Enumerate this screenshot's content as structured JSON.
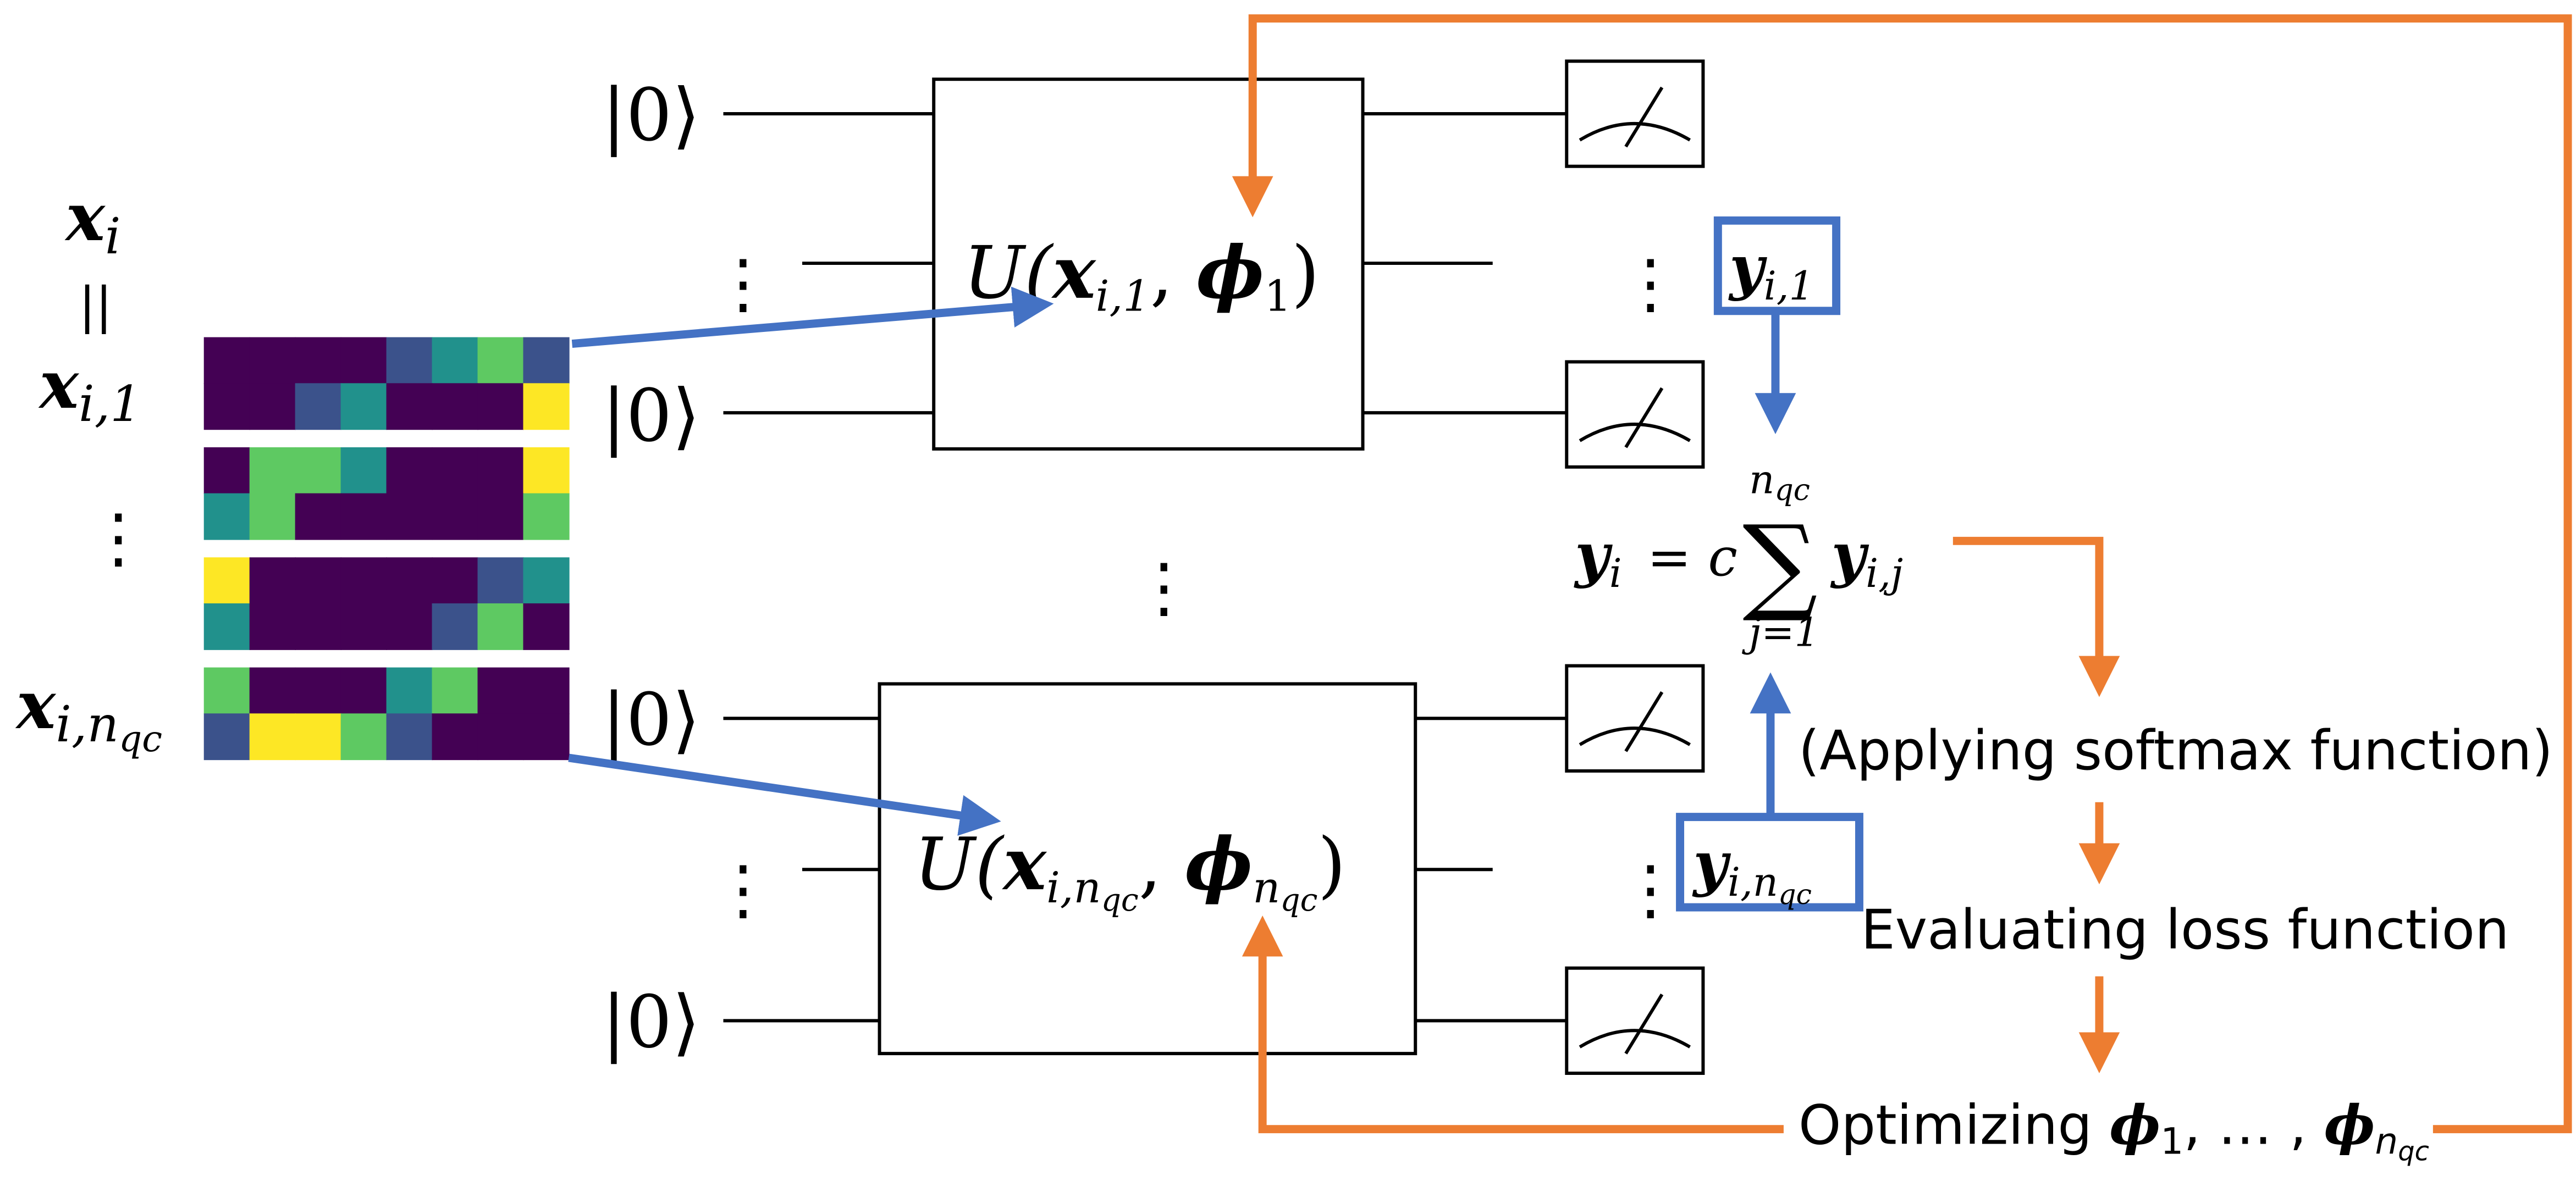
{
  "inputs": {
    "x_i": {
      "base": "x",
      "sub": "i"
    },
    "equals_glyph": "||",
    "x_i1": {
      "base": "x",
      "sub": "i,1"
    },
    "vdots_glyph": "⋮",
    "x_inqc": {
      "base": "x",
      "sub": "i,n",
      "subsub": "qc"
    }
  },
  "qubits": {
    "ket": "|0⟩",
    "vdots": "⋮"
  },
  "circuits": {
    "top": {
      "prefix": "U(",
      "x": "x",
      "xsub": "i,1",
      "comma": ", ",
      "phi": "ϕ",
      "phisub": "1",
      "suffix": ")"
    },
    "bottom": {
      "prefix": "U(",
      "x": "x",
      "xsub": "i,n",
      "xsubsub": "qc",
      "comma": ", ",
      "phi": "ϕ",
      "phisub": "n",
      "phisubsub": "qc",
      "suffix": ")"
    },
    "between_vdots": "⋮"
  },
  "outputs": {
    "y_i1": {
      "base": "y",
      "sub": "i,1"
    },
    "y_inqc": {
      "base": "y",
      "sub": "i,n",
      "subsub": "qc"
    },
    "formula": {
      "lhs": "y",
      "lhs_sub": "i",
      "eq": "= c",
      "sum": "∑",
      "upper": "n",
      "upper_sub": "qc",
      "lower": "j=1",
      "term": "y",
      "term_sub": "i,j"
    }
  },
  "pipeline": {
    "softmax": "(Applying softmax function)",
    "loss": "Evaluating loss function",
    "optimize_prefix": "Optimizing ",
    "phi": "ϕ",
    "phi1_sub": "1",
    "sep": ", … , ",
    "phin_sub": "n",
    "phin_subsub": "qc"
  },
  "heatmap_palette": [
    "#440154",
    "#3b528b",
    "#21918c",
    "#5ec962",
    "#fde725"
  ],
  "heatmap_cells": [
    [
      0,
      0,
      0,
      0,
      1,
      2,
      3,
      1
    ],
    [
      0,
      0,
      1,
      2,
      0,
      0,
      0,
      4
    ],
    [
      0,
      3,
      3,
      2,
      0,
      0,
      0,
      4
    ],
    [
      2,
      3,
      0,
      0,
      0,
      0,
      0,
      3
    ],
    [
      4,
      0,
      0,
      0,
      0,
      0,
      1,
      2
    ],
    [
      2,
      0,
      0,
      0,
      0,
      1,
      3,
      0
    ],
    [
      3,
      0,
      0,
      0,
      2,
      3,
      0,
      0
    ],
    [
      1,
      4,
      4,
      3,
      1,
      0,
      0,
      0
    ]
  ],
  "colors": {
    "blue": "#4472c4",
    "orange": "#ed7d31",
    "line": "#000000"
  }
}
